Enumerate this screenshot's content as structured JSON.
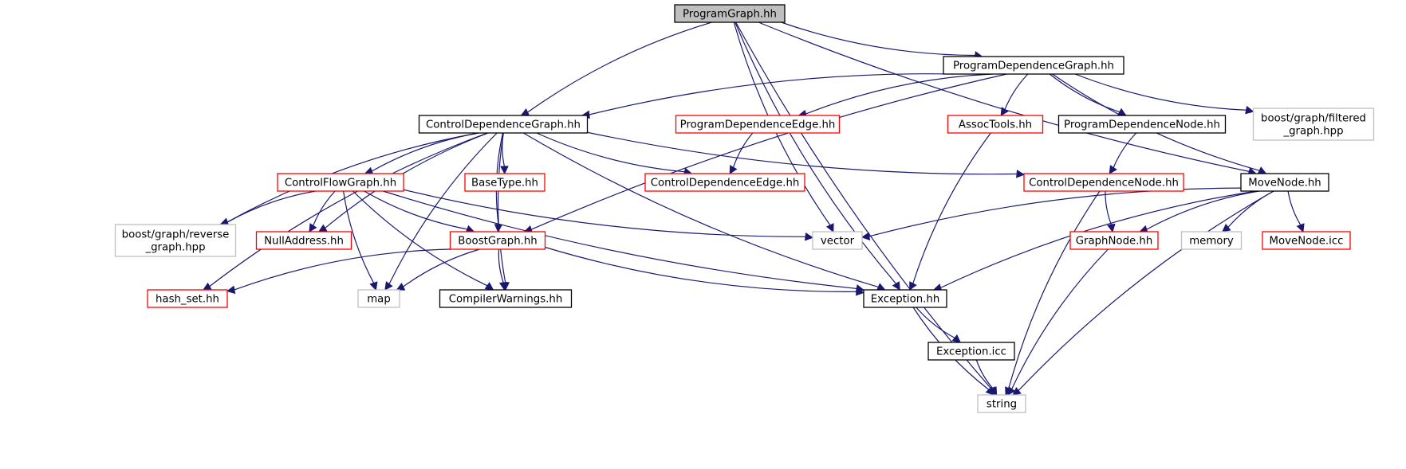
{
  "colors": {
    "edge": "#191970",
    "root_fill": "#bfbfbf",
    "root_border": "#000000",
    "plain_border": "#000000",
    "truncated_border": "#ff0000",
    "external_border": "#bfbfbf"
  },
  "legend_meaning": {
    "root": "gray filled box",
    "plain": "black box",
    "truncated": "red box",
    "external": "light-gray box"
  },
  "nodes": [
    {
      "id": "n_programgraph",
      "lines": [
        "ProgramGraph.hh"
      ],
      "kind": "root"
    },
    {
      "id": "n_pdg",
      "lines": [
        "ProgramDependenceGraph.hh"
      ],
      "kind": "plain"
    },
    {
      "id": "n_cdg",
      "lines": [
        "ControlDependenceGraph.hh"
      ],
      "kind": "plain"
    },
    {
      "id": "n_pdedge",
      "lines": [
        "ProgramDependenceEdge.hh"
      ],
      "kind": "truncated"
    },
    {
      "id": "n_assoc",
      "lines": [
        "AssocTools.hh"
      ],
      "kind": "truncated"
    },
    {
      "id": "n_pdnode",
      "lines": [
        "ProgramDependenceNode.hh"
      ],
      "kind": "plain"
    },
    {
      "id": "n_filtered",
      "lines": [
        "boost/graph/filtered",
        "_graph.hpp"
      ],
      "kind": "external"
    },
    {
      "id": "n_cfg",
      "lines": [
        "ControlFlowGraph.hh"
      ],
      "kind": "truncated"
    },
    {
      "id": "n_basetype",
      "lines": [
        "BaseType.hh"
      ],
      "kind": "truncated"
    },
    {
      "id": "n_cdedge",
      "lines": [
        "ControlDependenceEdge.hh"
      ],
      "kind": "truncated"
    },
    {
      "id": "n_cdnode",
      "lines": [
        "ControlDependenceNode.hh"
      ],
      "kind": "truncated"
    },
    {
      "id": "n_movenode",
      "lines": [
        "MoveNode.hh"
      ],
      "kind": "plain"
    },
    {
      "id": "n_reverse",
      "lines": [
        "boost/graph/reverse",
        "_graph.hpp"
      ],
      "kind": "external"
    },
    {
      "id": "n_nulladdr",
      "lines": [
        "NullAddress.hh"
      ],
      "kind": "truncated"
    },
    {
      "id": "n_boostgraph",
      "lines": [
        "BoostGraph.hh"
      ],
      "kind": "truncated"
    },
    {
      "id": "n_vector",
      "lines": [
        "vector"
      ],
      "kind": "external"
    },
    {
      "id": "n_graphnode",
      "lines": [
        "GraphNode.hh"
      ],
      "kind": "truncated"
    },
    {
      "id": "n_memory",
      "lines": [
        "memory"
      ],
      "kind": "external"
    },
    {
      "id": "n_movenodeicc",
      "lines": [
        "MoveNode.icc"
      ],
      "kind": "truncated"
    },
    {
      "id": "n_hashset",
      "lines": [
        "hash_set.hh"
      ],
      "kind": "truncated"
    },
    {
      "id": "n_map",
      "lines": [
        "map"
      ],
      "kind": "external"
    },
    {
      "id": "n_compwarn",
      "lines": [
        "CompilerWarnings.hh"
      ],
      "kind": "plain"
    },
    {
      "id": "n_exception",
      "lines": [
        "Exception.hh"
      ],
      "kind": "plain"
    },
    {
      "id": "n_exceptionicc",
      "lines": [
        "Exception.icc"
      ],
      "kind": "plain"
    },
    {
      "id": "n_string",
      "lines": [
        "string"
      ],
      "kind": "external"
    }
  ],
  "edges": [
    [
      "n_programgraph",
      "n_pdg"
    ],
    [
      "n_programgraph",
      "n_cdg"
    ],
    [
      "n_programgraph",
      "n_movenode"
    ],
    [
      "n_programgraph",
      "n_vector"
    ],
    [
      "n_programgraph",
      "n_exception"
    ],
    [
      "n_programgraph",
      "n_string"
    ],
    [
      "n_pdg",
      "n_cdg"
    ],
    [
      "n_pdg",
      "n_pdedge"
    ],
    [
      "n_pdg",
      "n_assoc"
    ],
    [
      "n_pdg",
      "n_pdnode"
    ],
    [
      "n_pdg",
      "n_filtered"
    ],
    [
      "n_pdg",
      "n_movenode"
    ],
    [
      "n_pdg",
      "n_boostgraph"
    ],
    [
      "n_cdg",
      "n_cfg"
    ],
    [
      "n_cdg",
      "n_basetype"
    ],
    [
      "n_cdg",
      "n_cdedge"
    ],
    [
      "n_cdg",
      "n_cdnode"
    ],
    [
      "n_cdg",
      "n_reverse"
    ],
    [
      "n_cdg",
      "n_nulladdr"
    ],
    [
      "n_cdg",
      "n_boostgraph"
    ],
    [
      "n_cdg",
      "n_hashset"
    ],
    [
      "n_cdg",
      "n_map"
    ],
    [
      "n_cdg",
      "n_compwarn"
    ],
    [
      "n_cdg",
      "n_exception"
    ],
    [
      "n_pdedge",
      "n_cdedge"
    ],
    [
      "n_assoc",
      "n_exception"
    ],
    [
      "n_pdnode",
      "n_cdnode"
    ],
    [
      "n_cfg",
      "n_reverse"
    ],
    [
      "n_cfg",
      "n_nulladdr"
    ],
    [
      "n_cfg",
      "n_boostgraph"
    ],
    [
      "n_cfg",
      "n_vector"
    ],
    [
      "n_cfg",
      "n_map"
    ],
    [
      "n_cfg",
      "n_compwarn"
    ],
    [
      "n_cfg",
      "n_exception"
    ],
    [
      "n_cdnode",
      "n_graphnode"
    ],
    [
      "n_cdnode",
      "n_string"
    ],
    [
      "n_movenode",
      "n_vector"
    ],
    [
      "n_movenode",
      "n_graphnode"
    ],
    [
      "n_movenode",
      "n_memory"
    ],
    [
      "n_movenode",
      "n_movenodeicc"
    ],
    [
      "n_movenode",
      "n_exception"
    ],
    [
      "n_movenode",
      "n_string"
    ],
    [
      "n_boostgraph",
      "n_hashset"
    ],
    [
      "n_boostgraph",
      "n_map"
    ],
    [
      "n_boostgraph",
      "n_compwarn"
    ],
    [
      "n_boostgraph",
      "n_exception"
    ],
    [
      "n_graphnode",
      "n_string"
    ],
    [
      "n_exception",
      "n_exceptionicc"
    ],
    [
      "n_exception",
      "n_string"
    ],
    [
      "n_exceptionicc",
      "n_string"
    ]
  ]
}
